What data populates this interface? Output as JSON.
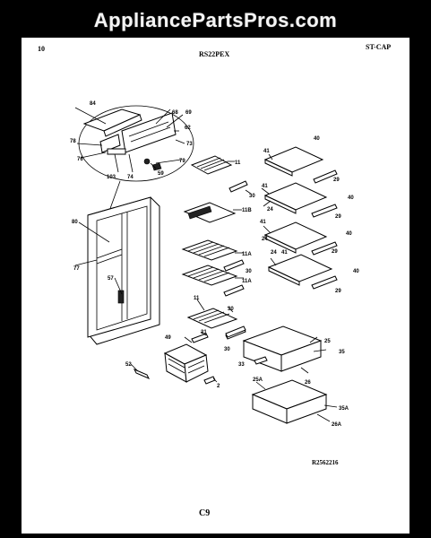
{
  "watermark": "AppliancePartsPros.com",
  "header": {
    "page_number": "10",
    "model": "RS22PEX",
    "section": "ST-CAP"
  },
  "footer": {
    "ref_code": "R2562216",
    "page_code": "C9"
  },
  "callouts": [
    {
      "id": "c84",
      "text": "84"
    },
    {
      "id": "c68",
      "text": "68"
    },
    {
      "id": "c69",
      "text": "69"
    },
    {
      "id": "c62",
      "text": "62"
    },
    {
      "id": "c78",
      "text": "78"
    },
    {
      "id": "c73",
      "text": "73"
    },
    {
      "id": "c76",
      "text": "76"
    },
    {
      "id": "c79",
      "text": "79"
    },
    {
      "id": "c103",
      "text": "103"
    },
    {
      "id": "c74",
      "text": "74"
    },
    {
      "id": "c59",
      "text": "59"
    },
    {
      "id": "c11a",
      "text": "11"
    },
    {
      "id": "c30a",
      "text": "30"
    },
    {
      "id": "c11b",
      "text": "11B"
    },
    {
      "id": "c80",
      "text": "80"
    },
    {
      "id": "c77",
      "text": "77"
    },
    {
      "id": "c11c",
      "text": "11A"
    },
    {
      "id": "c30b",
      "text": "30"
    },
    {
      "id": "c11d",
      "text": "11A"
    },
    {
      "id": "c57",
      "text": "57"
    },
    {
      "id": "c11e",
      "text": "11"
    },
    {
      "id": "c30c",
      "text": "30"
    },
    {
      "id": "c49",
      "text": "49"
    },
    {
      "id": "c31",
      "text": "31"
    },
    {
      "id": "c30d",
      "text": "30"
    },
    {
      "id": "c52",
      "text": "52"
    },
    {
      "id": "c2",
      "text": "2"
    },
    {
      "id": "c41a",
      "text": "41"
    },
    {
      "id": "c40a",
      "text": "40"
    },
    {
      "id": "c29a",
      "text": "29"
    },
    {
      "id": "c41b",
      "text": "41"
    },
    {
      "id": "c24a",
      "text": "24"
    },
    {
      "id": "c40b",
      "text": "40"
    },
    {
      "id": "c29b",
      "text": "29"
    },
    {
      "id": "c41c",
      "text": "41"
    },
    {
      "id": "c24b",
      "text": "24"
    },
    {
      "id": "c40c",
      "text": "40"
    },
    {
      "id": "c29c",
      "text": "29"
    },
    {
      "id": "c41d",
      "text": "41"
    },
    {
      "id": "c24c",
      "text": "24"
    },
    {
      "id": "c40d",
      "text": "40"
    },
    {
      "id": "c29d",
      "text": "29"
    },
    {
      "id": "c25",
      "text": "25"
    },
    {
      "id": "c35",
      "text": "35"
    },
    {
      "id": "c33",
      "text": "33"
    },
    {
      "id": "c26",
      "text": "26"
    },
    {
      "id": "c25a",
      "text": "25A"
    },
    {
      "id": "c35a",
      "text": "35A"
    },
    {
      "id": "c26a",
      "text": "26A"
    }
  ]
}
